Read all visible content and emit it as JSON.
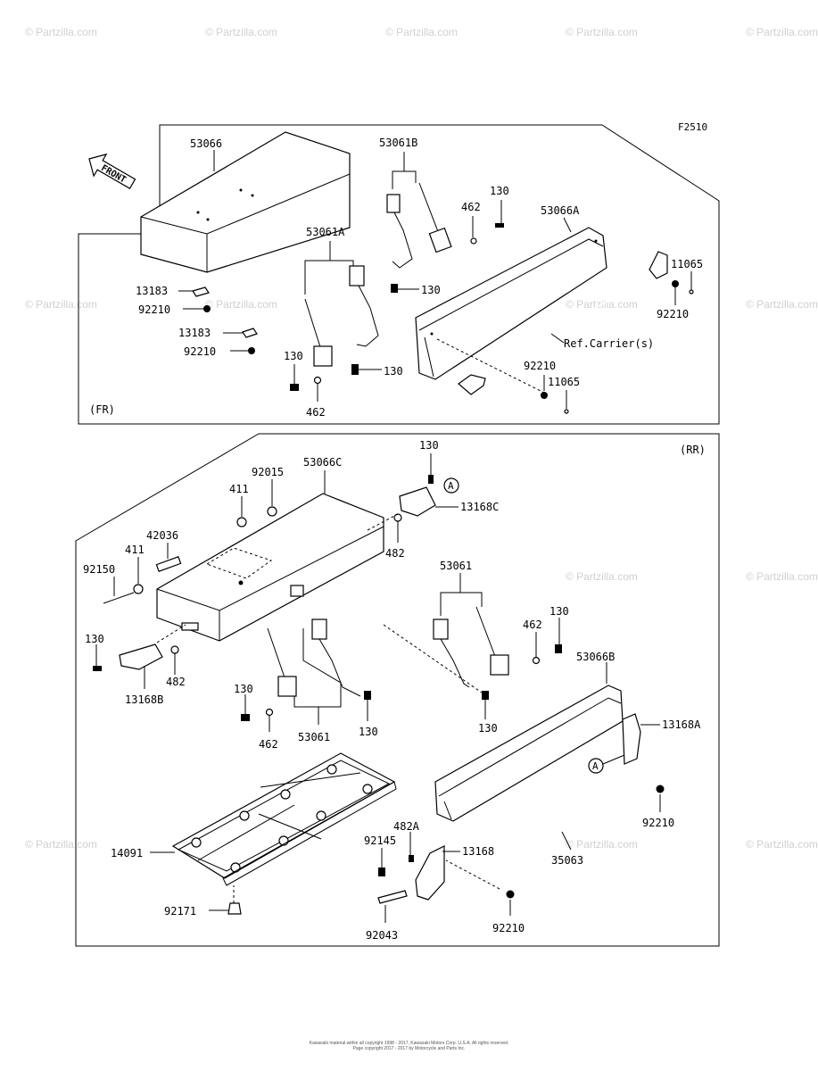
{
  "figure_id": "F2510",
  "front_arrow": "FRONT",
  "sections": {
    "front": {
      "tag": "(FR)"
    },
    "rear": {
      "tag": "(RR)"
    }
  },
  "reference_mark": "A",
  "ref_note": "Ref.Carrier(s)",
  "watermark": "© Partzilla.com",
  "labels": {
    "fr_53066": "53066",
    "fr_53061B": "53061B",
    "fr_130_a": "130",
    "fr_462_a": "462",
    "fr_53066A": "53066A",
    "fr_11065_a": "11065",
    "fr_53061A": "53061A",
    "fr_13183_a": "13183",
    "fr_92210_a": "92210",
    "fr_130_b": "130",
    "fr_92210_b": "92210",
    "fr_13183_b": "13183",
    "fr_92210_c": "92210",
    "fr_130_c": "130",
    "fr_130_d": "130",
    "fr_92210_d": "92210",
    "fr_11065_b": "11065",
    "fr_462_b": "462",
    "rr_130_a": "130",
    "rr_92015": "92015",
    "rr_53066C": "53066C",
    "rr_411_a": "411",
    "rr_13168C": "13168C",
    "rr_42036": "42036",
    "rr_411_b": "411",
    "rr_482_a": "482",
    "rr_92150": "92150",
    "rr_53061_a": "53061",
    "rr_130_b": "130",
    "rr_462_a": "462",
    "rr_130_c": "130",
    "rr_53066B": "53066B",
    "rr_482_b": "482",
    "rr_13168B": "13168B",
    "rr_130_d": "130",
    "rr_13168A": "13168A",
    "rr_130_e": "130",
    "rr_462_b": "462",
    "rr_53061_b": "53061",
    "rr_130_f": "130",
    "rr_92210_a": "92210",
    "rr_482A": "482A",
    "rr_92145": "92145",
    "rr_13168": "13168",
    "rr_14091": "14091",
    "rr_35063": "35063",
    "rr_92171": "92171",
    "rr_92043": "92043",
    "rr_92210_b": "92210"
  },
  "footer": {
    "line1": "Kawasaki material within all copyright 1998 - 2017, Kawasaki Motors Corp. U.S.A. All rights reserved.",
    "line2": "Page copyright 2017 - 2017 by Motorcycle and Parts Inc."
  }
}
